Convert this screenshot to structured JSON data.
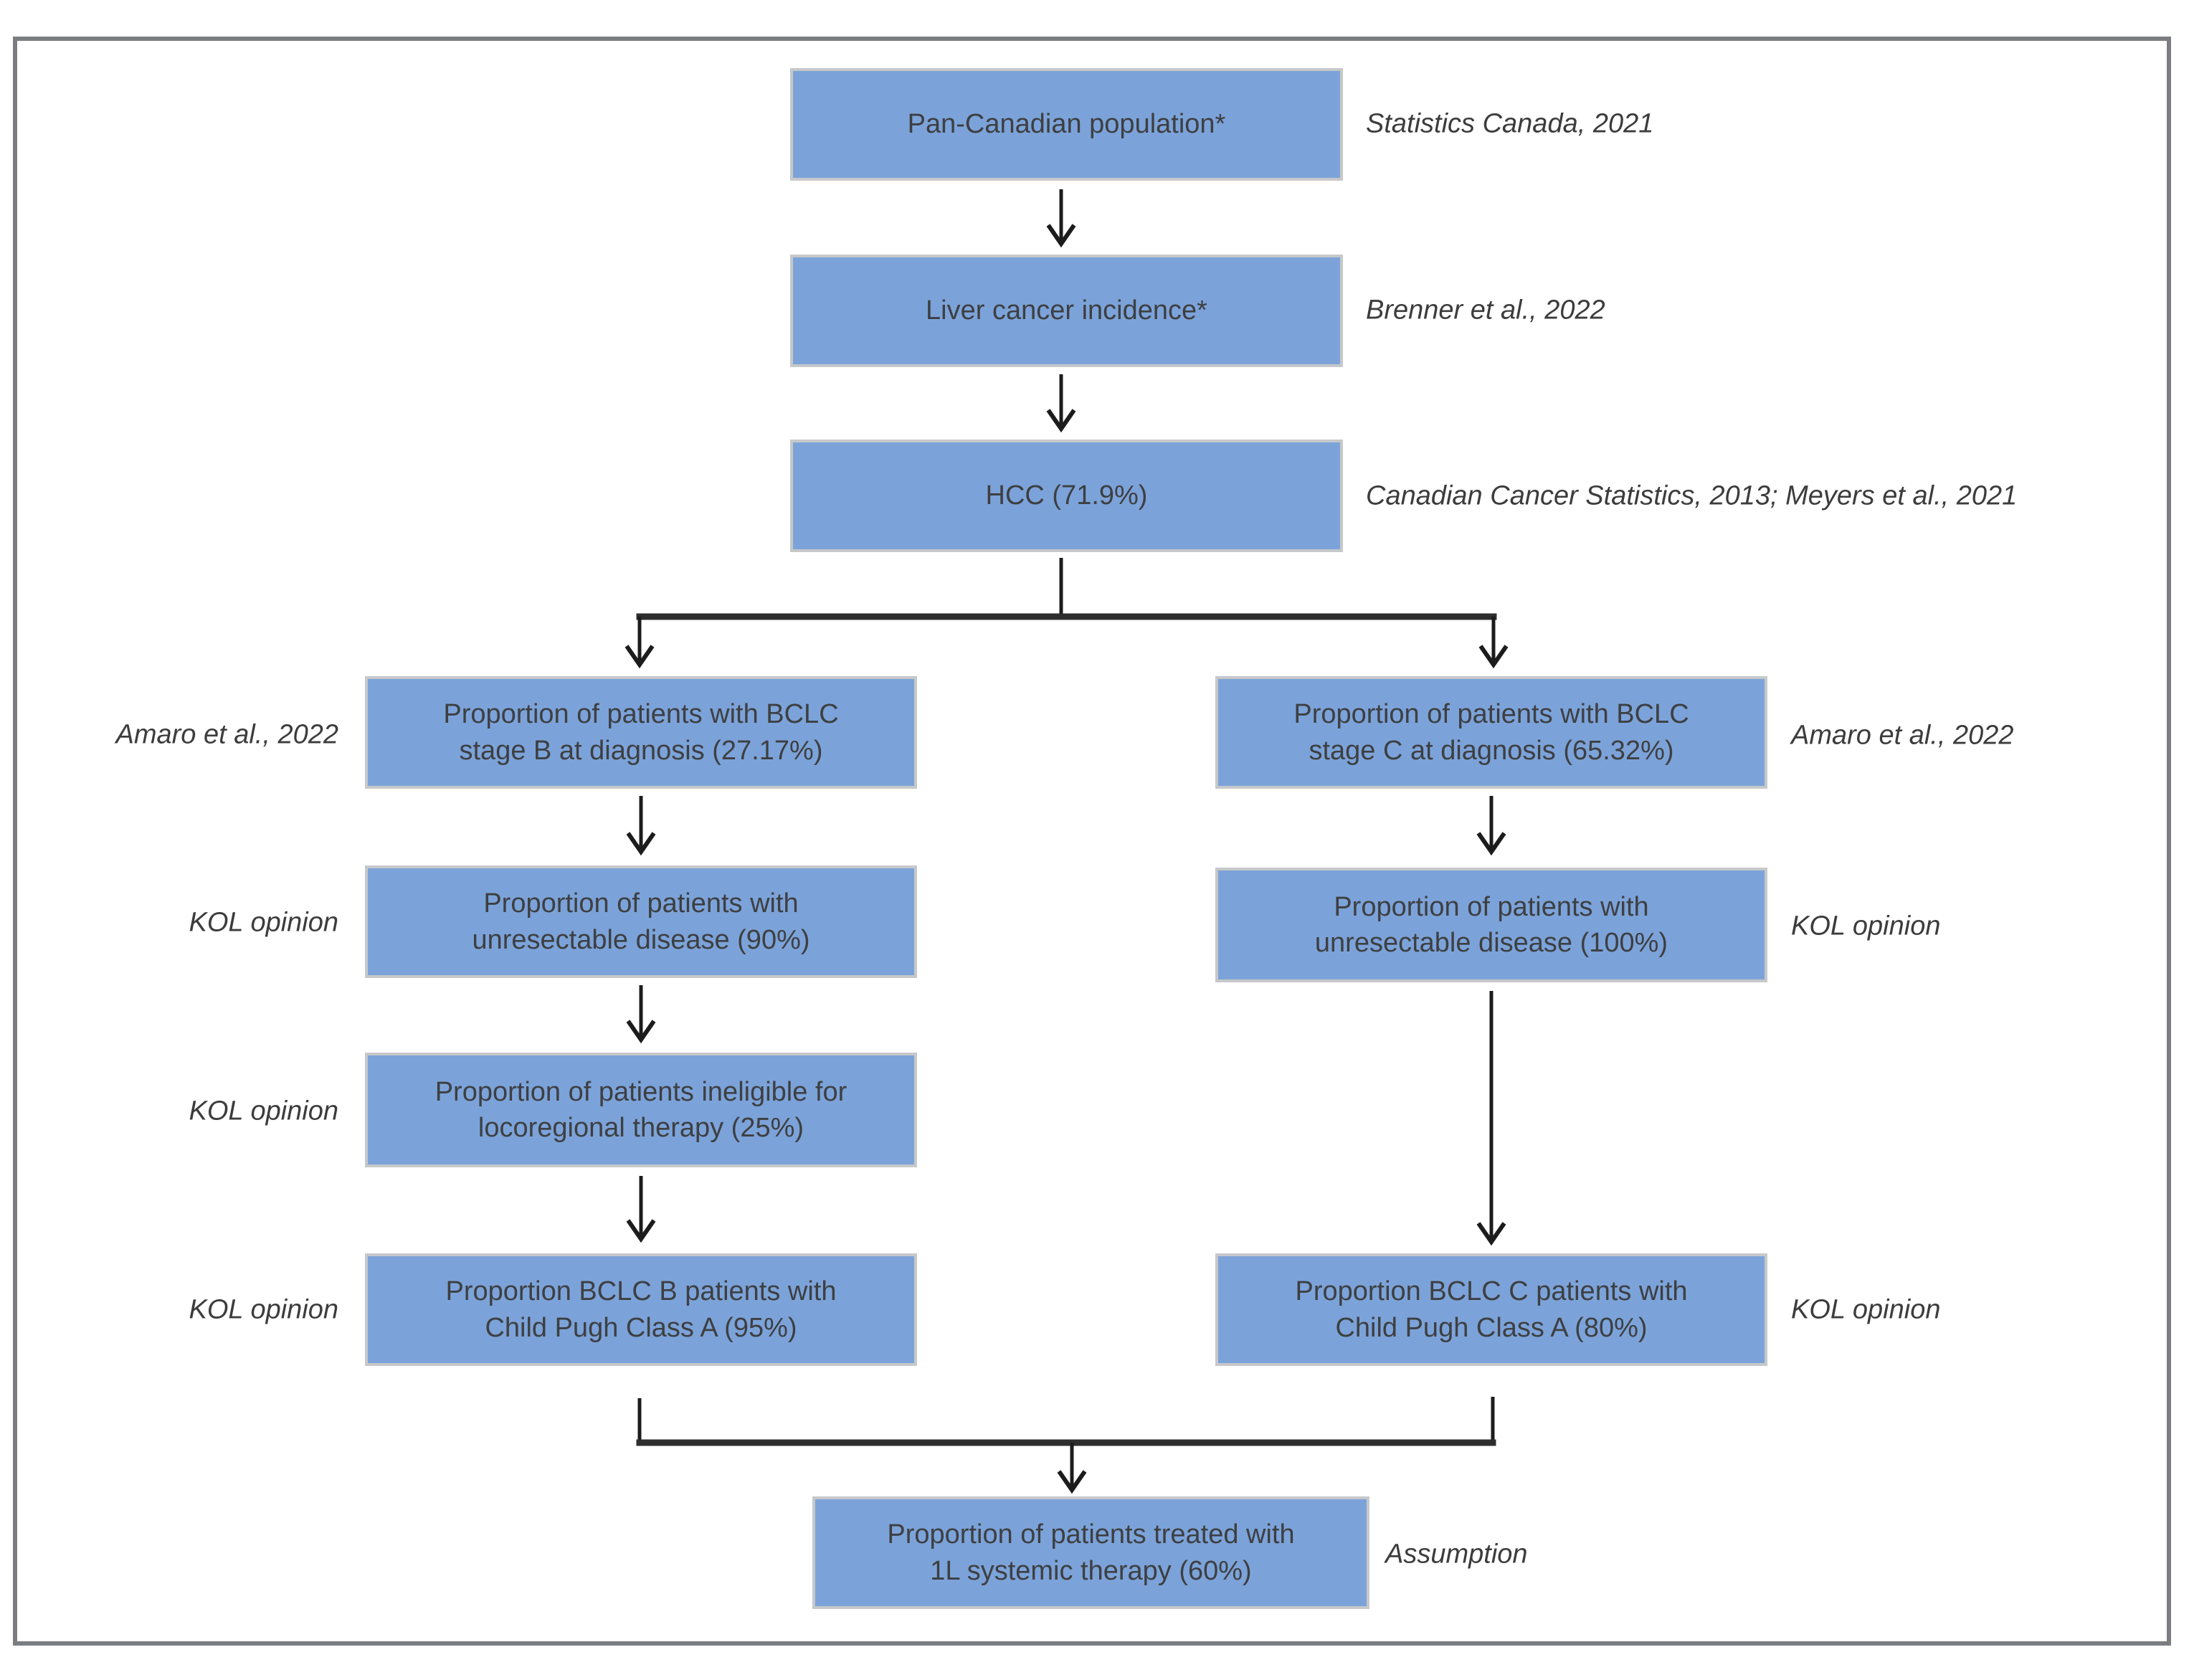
{
  "figure": {
    "type": "flowchart",
    "description": "Patient funnel flow diagram for 1L systemic therapy eligibility in HCC (Canada)",
    "colors": {
      "node_fill": "#7ca3d9",
      "node_border": "#c6c8ca",
      "node_text": "#3d3f42",
      "annotation_text": "#3c3c3c",
      "connector": "#1c1c1c",
      "frame_border": "#7b7d81",
      "background": "#ffffff"
    }
  },
  "nodes": {
    "panCanadian": {
      "label": "Pan-Canadian population*",
      "source": "Statistics Canada, 2021"
    },
    "liverCancer": {
      "label": "Liver cancer incidence*",
      "source": "Brenner et al., 2022"
    },
    "hcc": {
      "label": "HCC (71.9%)",
      "source": "Canadian Cancer Statistics, 2013; Meyers et al., 2021"
    },
    "bclcB": {
      "label": "Proportion of patients with BCLC\nstage B at diagnosis (27.17%)",
      "source": "Amaro et al., 2022"
    },
    "bclcC": {
      "label": "Proportion of patients with BCLC\nstage C at diagnosis (65.32%)",
      "source": "Amaro et al., 2022"
    },
    "unresectB": {
      "label": "Proportion of patients with\nunresectable disease (90%)",
      "source": "KOL opinion"
    },
    "unresectC": {
      "label": "Proportion of patients with\nunresectable disease (100%)",
      "source": "KOL opinion"
    },
    "locoregional": {
      "label": "Proportion of patients ineligible for\nlocoregional therapy (25%)",
      "source": "KOL opinion"
    },
    "childPughB": {
      "label": "Proportion BCLC B patients with\nChild Pugh Class A (95%)",
      "source": "KOL opinion"
    },
    "childPughC": {
      "label": "Proportion BCLC C patients with\nChild Pugh Class A (80%)",
      "source": "KOL opinion"
    },
    "systemic": {
      "label": "Proportion of patients treated with\n1L systemic therapy (60%)",
      "source": "Assumption"
    }
  }
}
